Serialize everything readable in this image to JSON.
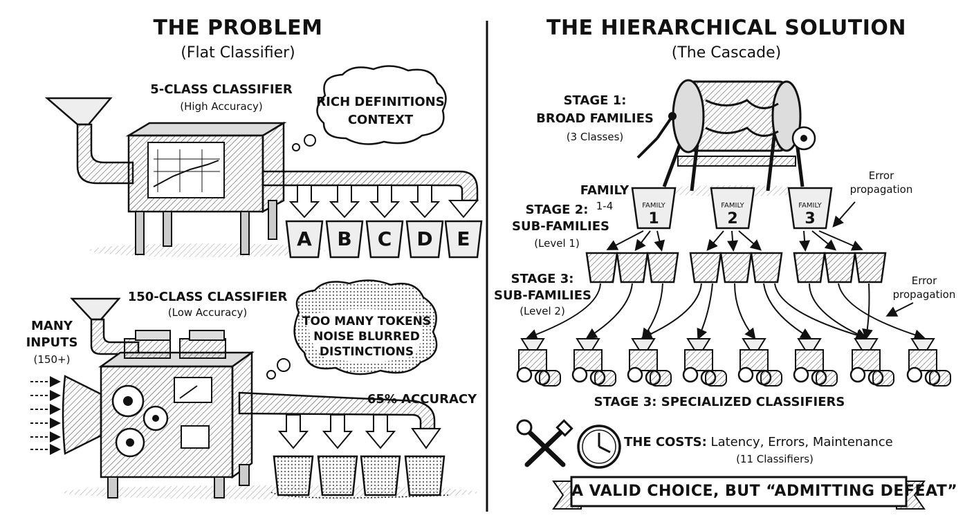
{
  "left": {
    "title": "THE PROBLEM",
    "subtitle": "(Flat Classifier)",
    "five_class": {
      "label": "5-CLASS CLASSIFIER",
      "sub": "(High Accuracy)",
      "buckets": [
        "A",
        "B",
        "C",
        "D",
        "E"
      ]
    },
    "thought1": [
      "RICH DEFINITIONS",
      "CONTEXT"
    ],
    "inputs": [
      "MANY",
      "INPUTS",
      "(150+)"
    ],
    "big_class": {
      "label": "150-CLASS CLASSIFIER",
      "sub": "(Low Accuracy)"
    },
    "thought2": [
      "TOO MANY TOKENS",
      "NOISE BLURRED",
      "DISTINCTIONS"
    ],
    "accuracy": "65% ACCURACY"
  },
  "right": {
    "title": "THE HIERARCHICAL SOLUTION",
    "subtitle": "(The Cascade)",
    "stage1": [
      "STAGE 1:",
      "BROAD FAMILIES",
      "(3 Classes)"
    ],
    "family_label": [
      "FAMILY",
      "1-4"
    ],
    "families": [
      {
        "word": "FAMILY",
        "num": "1"
      },
      {
        "word": "FAMILY",
        "num": "2"
      },
      {
        "word": "FAMILY",
        "num": "3"
      }
    ],
    "error1": [
      "Error",
      "propagation"
    ],
    "stage2": [
      "STAGE 2:",
      "SUB-FAMILIES",
      "(Level 1)"
    ],
    "stage3a": [
      "STAGE 3:",
      "SUB-FAMILIES",
      "(Level 2)"
    ],
    "error2": [
      "Error",
      "propagation"
    ],
    "stage3_caption": "STAGE 3: SPECIALIZED CLASSIFIERS",
    "costs": {
      "bold": "THE COSTS:",
      "rest": " Latency, Errors, Maintenance",
      "sub": "(11 Classifiers)"
    },
    "banner": "A VALID CHOICE, BUT “ADMITTING DEFEAT”"
  }
}
